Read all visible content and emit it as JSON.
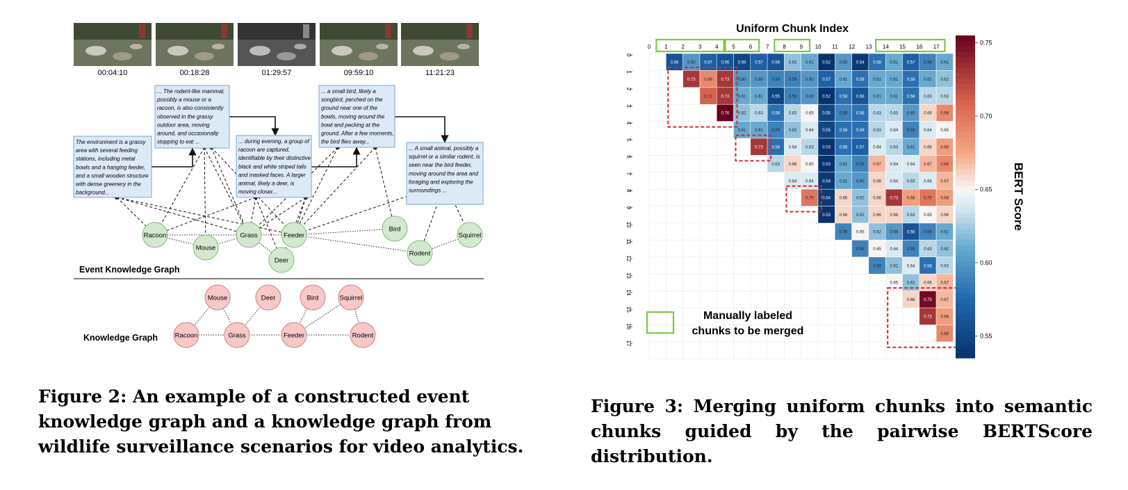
{
  "figure2": {
    "frames": [
      {
        "timestamp": "00:04:10",
        "mode": "day"
      },
      {
        "timestamp": "00:18:28",
        "mode": "day"
      },
      {
        "timestamp": "01:29:57",
        "mode": "night"
      },
      {
        "timestamp": "09:59:10",
        "mode": "day"
      },
      {
        "timestamp": "11:21:23",
        "mode": "day"
      }
    ],
    "event_texts": [
      {
        "lines": [
          "The environment is a grassy",
          "area with several feeding",
          "stations, including metal",
          "bowls and a hanging feeder,",
          "and a small wooden structure",
          "with dense greenery in the",
          "background..."
        ]
      },
      {
        "lines": [
          "... The rodent-like mammal,",
          "possibly a mouse or a",
          "racoon, is also consistently",
          "observed in the grassy",
          "outdoor area, moving",
          "around, and occasionally",
          "stopping to eat ..."
        ]
      },
      {
        "lines": [
          "... during evening, a group of",
          "racoon are captured,",
          "identifiable by their distinctive",
          "black and white striped tails",
          "and masked faces. A larger",
          "animal, likely a deer, is",
          "moving closer..."
        ]
      },
      {
        "lines": [
          "... a small bird, likely a",
          "songbird, perched on the",
          "ground near one of the",
          "bowls, moving around the",
          "bowl and pecking at the",
          "ground. After a few moments,",
          "the bird flies away..."
        ]
      },
      {
        "lines": [
          "... A small animal, possibly a",
          "squirrel or a similar rodent, is",
          "seen near the bird feeder,",
          "moving around the area and",
          "foraging and exploring the",
          "surroundings ..."
        ]
      }
    ],
    "ekg_nodes": [
      "Racoon",
      "Mouse",
      "Grass",
      "Deer",
      "Feeder",
      "Bird",
      "Rodent",
      "Squirrel"
    ],
    "ekg_label": "Event Knowledge Graph",
    "kg_nodes": [
      "Mouse",
      "Deer",
      "Bird",
      "Squirrel",
      "Racoon",
      "Grass",
      "Feeder",
      "Rodent"
    ],
    "kg_label": "Knowledge Graph",
    "caption": "Figure 2: An example of a constructed event knowledge graph and a knowledge graph from wildlife surveillance scenarios for video analytics."
  },
  "figure3": {
    "title": "Uniform Chunk Index",
    "colorbar_label": "BERT Score",
    "legend_text_line1": "Manually labeled",
    "legend_text_line2": "chunks to be merged",
    "caption": "Figure 3: Merging uniform chunks into semantic chunks guided by the pairwise BERTScore distribution.",
    "chart_data": {
      "type": "heatmap",
      "title": "Uniform Chunk Index",
      "x_ticks": [
        "0",
        "1",
        "2",
        "3",
        "4",
        "5",
        "6",
        "7",
        "8",
        "9",
        "10",
        "11",
        "12",
        "13",
        "14",
        "15",
        "16",
        "17"
      ],
      "y_ticks": [
        "0",
        "1",
        "2",
        "3",
        "4",
        "5",
        "6",
        "7",
        "8",
        "9",
        "10",
        "11",
        "12",
        "13",
        "14",
        "15",
        "16",
        "17"
      ],
      "colorbar": {
        "label": "BERT Score",
        "min": 0.535,
        "max": 0.755,
        "ticks": [
          "0.55",
          "0.60",
          "0.65",
          "0.70",
          "0.75"
        ]
      },
      "matrix": [
        [
          null,
          0.56,
          0.6,
          0.57,
          0.56,
          0.55,
          0.57,
          0.56,
          0.62,
          0.61,
          0.52,
          0.6,
          0.54,
          0.58,
          0.61,
          0.57,
          0.59,
          0.61
        ],
        [
          null,
          null,
          0.73,
          0.69,
          0.73,
          0.6,
          0.6,
          0.59,
          0.59,
          0.6,
          0.57,
          0.61,
          0.58,
          0.61,
          0.61,
          0.58,
          0.61,
          0.62
        ],
        [
          null,
          null,
          null,
          0.71,
          0.73,
          0.61,
          0.61,
          0.55,
          0.59,
          0.6,
          0.52,
          0.58,
          0.56,
          0.61,
          0.61,
          0.58,
          0.63,
          0.63
        ],
        [
          null,
          null,
          null,
          null,
          0.76,
          0.62,
          0.63,
          0.58,
          0.63,
          0.65,
          0.55,
          0.59,
          0.58,
          0.63,
          0.63,
          0.6,
          0.66,
          0.69
        ],
        [
          null,
          null,
          null,
          null,
          null,
          0.61,
          0.61,
          0.59,
          0.62,
          0.64,
          0.55,
          0.58,
          0.58,
          0.63,
          0.64,
          0.59,
          0.64,
          0.65
        ],
        [
          null,
          null,
          null,
          null,
          null,
          null,
          0.73,
          0.58,
          0.64,
          0.63,
          0.53,
          0.58,
          0.57,
          0.64,
          0.63,
          0.61,
          0.66,
          0.68
        ],
        [
          null,
          null,
          null,
          null,
          null,
          null,
          null,
          0.63,
          0.66,
          0.65,
          0.53,
          0.61,
          0.59,
          0.67,
          0.64,
          0.64,
          0.67,
          0.69
        ],
        [
          null,
          null,
          null,
          null,
          null,
          null,
          null,
          null,
          0.64,
          0.64,
          0.54,
          0.61,
          0.6,
          0.66,
          0.64,
          0.63,
          0.64,
          0.67
        ],
        [
          null,
          null,
          null,
          null,
          null,
          null,
          null,
          null,
          null,
          0.7,
          0.54,
          0.66,
          0.62,
          0.66,
          0.73,
          0.68,
          0.7,
          0.68
        ],
        [
          null,
          null,
          null,
          null,
          null,
          null,
          null,
          null,
          null,
          null,
          0.53,
          0.66,
          0.62,
          0.66,
          0.66,
          0.63,
          0.65,
          0.66
        ],
        [
          null,
          null,
          null,
          null,
          null,
          null,
          null,
          null,
          null,
          null,
          null,
          0.59,
          0.65,
          0.62,
          0.6,
          0.56,
          0.59,
          0.61
        ],
        [
          null,
          null,
          null,
          null,
          null,
          null,
          null,
          null,
          null,
          null,
          null,
          null,
          0.59,
          0.65,
          0.64,
          0.59,
          0.63,
          0.62
        ],
        [
          null,
          null,
          null,
          null,
          null,
          null,
          null,
          null,
          null,
          null,
          null,
          null,
          null,
          0.59,
          0.62,
          0.64,
          0.58,
          0.63
        ],
        [
          null,
          null,
          null,
          null,
          null,
          null,
          null,
          null,
          null,
          null,
          null,
          null,
          null,
          null,
          0.65,
          0.62,
          0.66,
          0.67
        ],
        [
          null,
          null,
          null,
          null,
          null,
          null,
          null,
          null,
          null,
          null,
          null,
          null,
          null,
          null,
          null,
          0.66,
          0.75,
          0.67
        ],
        [
          null,
          null,
          null,
          null,
          null,
          null,
          null,
          null,
          null,
          null,
          null,
          null,
          null,
          null,
          null,
          null,
          0.73,
          0.68
        ],
        [
          null,
          null,
          null,
          null,
          null,
          null,
          null,
          null,
          null,
          null,
          null,
          null,
          null,
          null,
          null,
          null,
          null,
          0.69
        ],
        [
          null,
          null,
          null,
          null,
          null,
          null,
          null,
          null,
          null,
          null,
          null,
          null,
          null,
          null,
          null,
          null,
          null,
          null
        ]
      ],
      "manual_groups": [
        [
          1,
          2,
          3,
          4
        ],
        [
          5,
          6
        ],
        [
          8,
          9
        ],
        [
          14,
          15,
          16,
          17
        ]
      ],
      "merged_regions": [
        [
          1,
          4
        ],
        [
          5,
          6
        ],
        [
          8,
          9
        ],
        [
          14,
          17
        ]
      ]
    }
  }
}
